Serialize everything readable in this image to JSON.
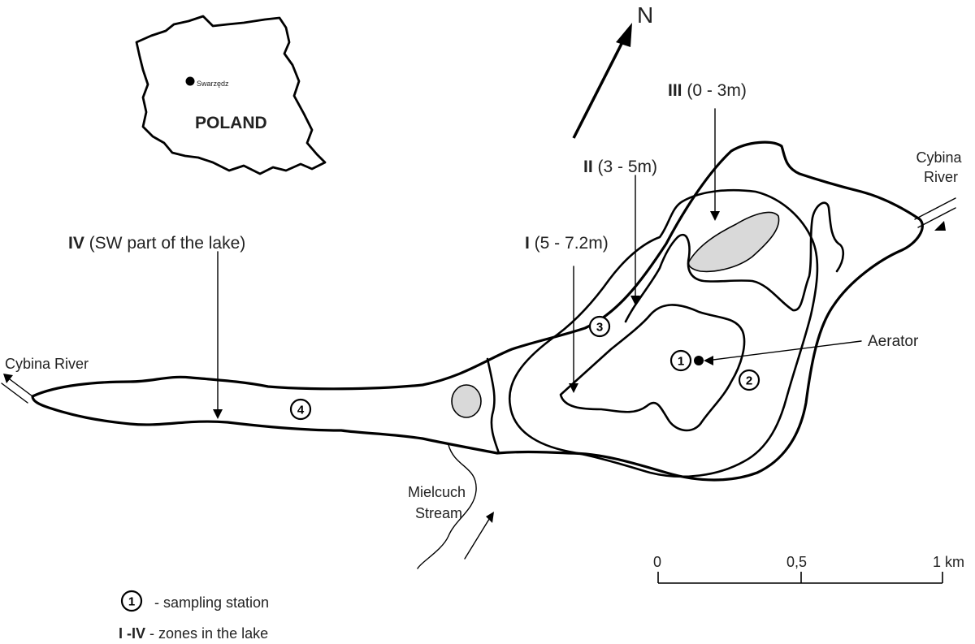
{
  "north": {
    "label": "N"
  },
  "inset": {
    "country": "POLAND",
    "town": "Swarzędz"
  },
  "zones": [
    {
      "num": "I",
      "rest": " (5 - 7.2m)"
    },
    {
      "num": "II",
      "rest": " (3 - 5m)"
    },
    {
      "num": "III",
      "rest": " (0 - 3m)"
    },
    {
      "num": "IV",
      "rest": " (SW part of the lake)"
    }
  ],
  "stations": [
    "1",
    "2",
    "3",
    "4"
  ],
  "labels": {
    "aerator": "Aerator",
    "cybina_east_line1": "Cybina",
    "cybina_east_line2": "River",
    "cybina_west": "Cybina River",
    "mielcuch_line1": "Mielcuch",
    "mielcuch_line2": "Stream"
  },
  "scale_bar": {
    "ticks": [
      "0",
      "0,5",
      "1 km"
    ]
  },
  "legend": {
    "station_symbol": "1",
    "station_text": "- sampling station",
    "zones_key": "I -IV",
    "zones_text": " - zones in the lake"
  }
}
